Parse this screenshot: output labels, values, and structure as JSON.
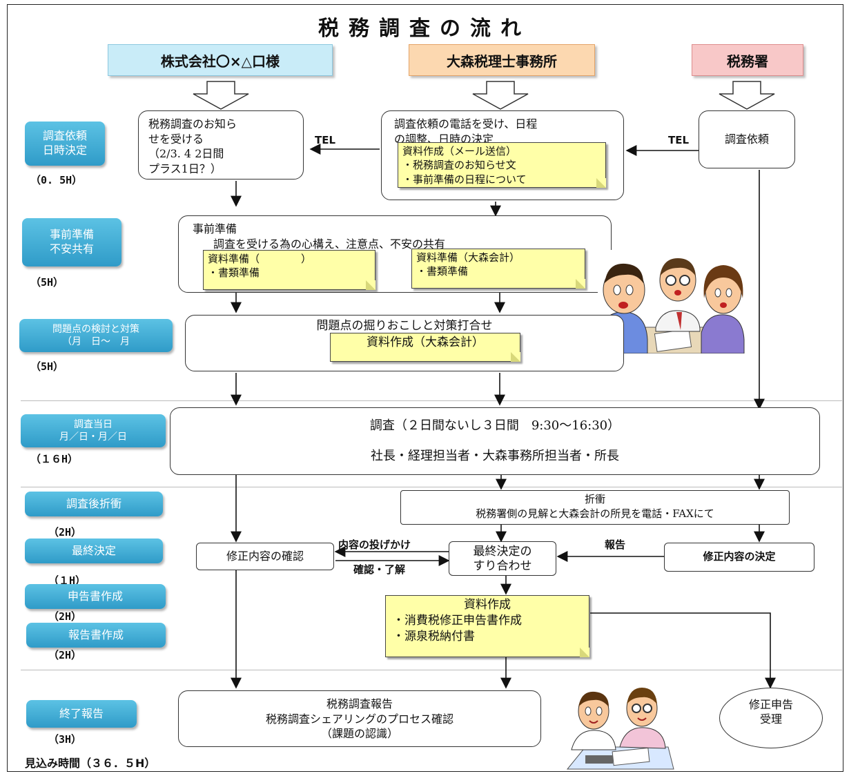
{
  "title": "税務調査の流れ",
  "headers": {
    "client": "株式会社〇×△口様",
    "office": "大森税理士事務所",
    "tax_office": "税務署"
  },
  "sidebar": [
    {
      "lines": [
        "調査依頼",
        "日時決定"
      ],
      "hours": "（0. 5H）"
    },
    {
      "lines": [
        "事前準備",
        "不安共有"
      ],
      "hours": "（5H）"
    },
    {
      "lines": [
        "問題点の検討と対策",
        "（月　日〜　月"
      ],
      "hours": "（5H）"
    },
    {
      "lines": [
        "調査当日",
        "月／日・月／日"
      ],
      "hours": "（１６H）"
    },
    {
      "lines": [
        "調査後折衝"
      ],
      "hours": "（2H）"
    },
    {
      "lines": [
        "最終決定"
      ],
      "hours": "（１H）"
    },
    {
      "lines": [
        "申告書作成"
      ],
      "hours": "（2H）"
    },
    {
      "lines": [
        "報告書作成"
      ],
      "hours": "（2H）"
    },
    {
      "lines": [
        "終了報告"
      ],
      "hours": "（3H）"
    }
  ],
  "total_time": "見込み時間（３６．５H）",
  "tel_label": "TEL",
  "client_notice": [
    "税務調査のお知ら",
    "せを受ける",
    "（2/3. 4  2日間",
    "プラス1日？）"
  ],
  "office_request": [
    "調査依頼の電話を受け、日程",
    "の調整、日時の決定"
  ],
  "office_note": [
    "資料作成（メール送信）",
    "・税務調査のお知らせ文",
    "・事前準備の日程について"
  ],
  "tax_request": "調査依頼",
  "prep": {
    "title": "事前準備",
    "desc": "調査を受ける為の心構え、注意点、不安の共有",
    "note_left": [
      "資料準備（　　　　）",
      "・書類準備"
    ],
    "note_right": [
      "資料準備（大森会計）",
      "・書類準備"
    ]
  },
  "issues": {
    "title": "問題点の掘りおこしと対策打合せ",
    "note": "資料作成（大森会計）"
  },
  "audit": {
    "line1": "調査（２日間ないし３日間　9:30〜16:30）",
    "line2": "社長・経理担当者・大森事務所担当者・所長"
  },
  "negotiation": {
    "title": "折衝",
    "desc": "税務署側の見解と大森会計の所見を電話・FAXにて"
  },
  "confirm_box": "修正内容の確認",
  "final_box": [
    "最終決定の",
    "すり合わせ"
  ],
  "decision_box": "修正内容の決定",
  "arrow_labels": {
    "throw": "内容の投げかけ",
    "ack": "確認・了解",
    "report": "報告"
  },
  "doc_note": {
    "title": "資料作成",
    "items": [
      "・消費税修正申告書作成",
      "・源泉税納付書"
    ]
  },
  "final_report": [
    "税務調査報告",
    "税務調査シェアリングのプロセス確認",
    "（課題の認識）"
  ],
  "revision_accept": [
    "修正申告",
    "受理"
  ]
}
